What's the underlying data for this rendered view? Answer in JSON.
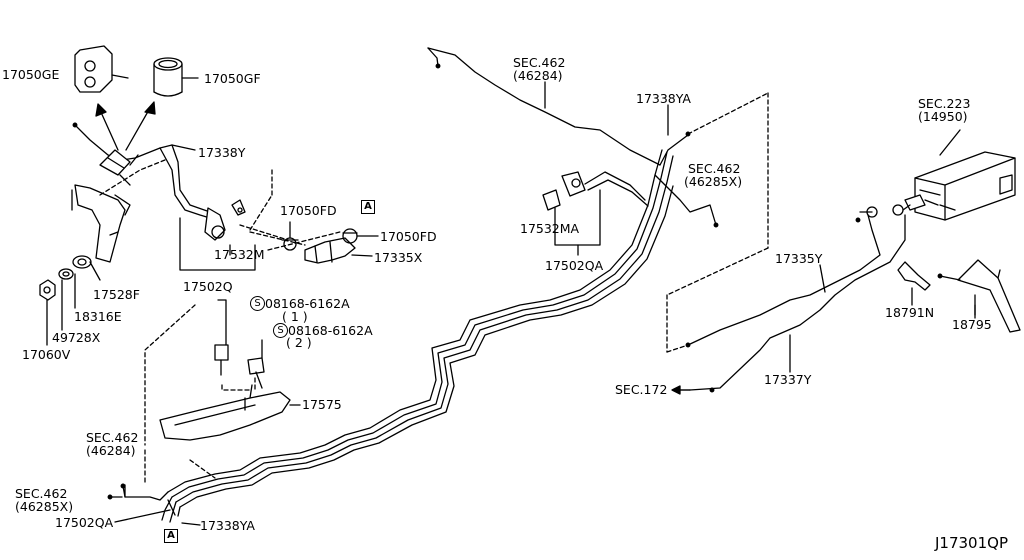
{
  "diagram_id": "J17301QP",
  "labels": {
    "p17050GE": "17050GE",
    "p17050GF": "17050GF",
    "p17338Y": "17338Y",
    "p17528F": "17528F",
    "p18316E": "18316E",
    "p49728X": "49728X",
    "p17060V": "17060V",
    "p17502Q": "17502Q",
    "p17532M": "17532M",
    "p17050FD_a": "17050FD",
    "p17050FD_b": "17050FD",
    "p17335X": "17335X",
    "bolt1": "08168-6162A",
    "bolt1_qty": "( 1 )",
    "bolt2": "08168-6162A",
    "bolt2_qty": "( 2 )",
    "p17575": "17575",
    "sec462_top": "SEC.462",
    "sec462_top_ref": "(46284)",
    "sec462_left": "SEC.462",
    "sec462_left_ref": "(46284)",
    "sec462_bl": "SEC.462",
    "sec462_bl_ref": "(46285X)",
    "p17502QA_bl": "17502QA",
    "p17338YA_bot": "17338YA",
    "p17532MA": "17532MA",
    "p17502QA_mid": "17502QA",
    "p17338YA_top": "17338YA",
    "sec462_right": "SEC.462",
    "sec462_right_ref": "(46285X)",
    "sec223": "SEC.223",
    "sec223_ref": "(14950)",
    "p17335Y": "17335Y",
    "p18791N": "18791N",
    "p18795": "18795",
    "p17337Y": "17337Y",
    "sec172": "SEC.172",
    "markerA1": "A",
    "markerA2": "A",
    "circleS": "S"
  }
}
